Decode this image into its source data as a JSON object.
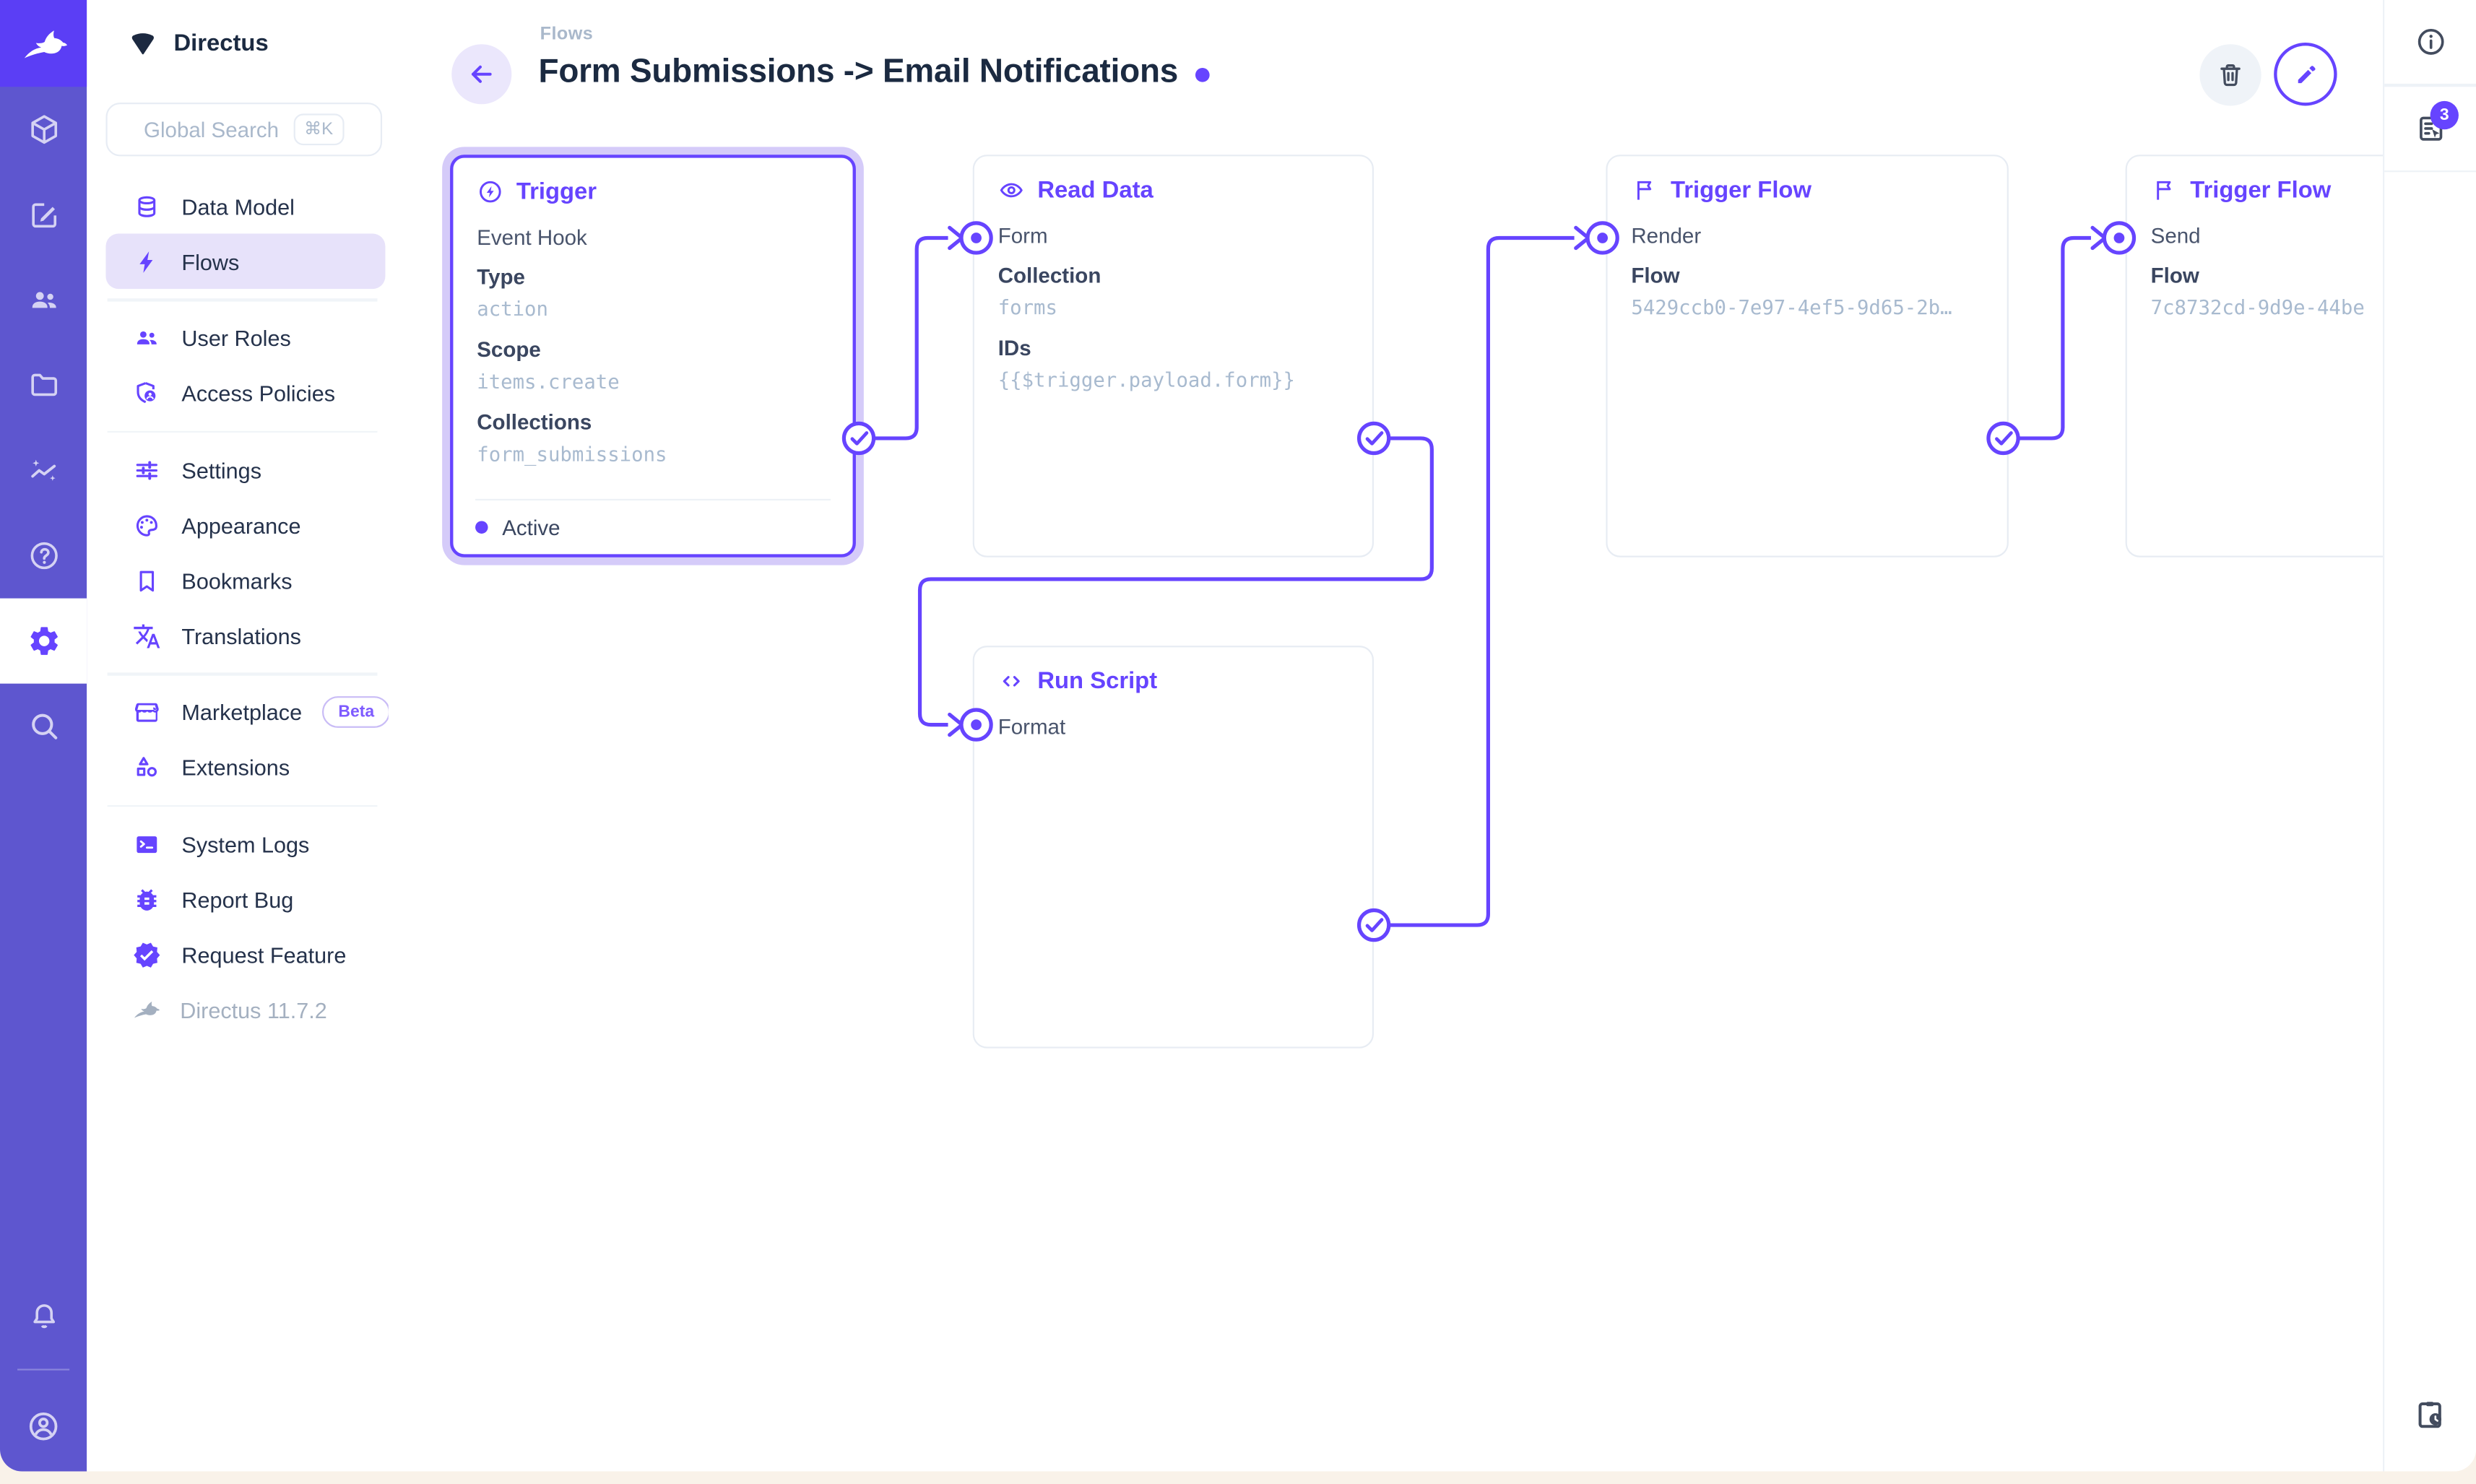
{
  "project": {
    "name": "Directus"
  },
  "search": {
    "placeholder": "Global Search",
    "shortcut": "⌘K"
  },
  "sidebar": {
    "items": [
      {
        "label": "Data Model"
      },
      {
        "label": "Flows"
      },
      {
        "label": "User Roles"
      },
      {
        "label": "Access Policies"
      },
      {
        "label": "Settings"
      },
      {
        "label": "Appearance"
      },
      {
        "label": "Bookmarks"
      },
      {
        "label": "Translations"
      },
      {
        "label": "Marketplace",
        "badge": "Beta"
      },
      {
        "label": "Extensions"
      },
      {
        "label": "System Logs"
      },
      {
        "label": "Report Bug"
      },
      {
        "label": "Request Feature"
      }
    ],
    "version": "Directus 11.7.2"
  },
  "header": {
    "breadcrumb": "Flows",
    "title": "Form Submissions -> Email Notifications"
  },
  "flow": {
    "trigger": {
      "title": "Trigger",
      "subtitle": "Event Hook",
      "fields": [
        {
          "label": "Type",
          "value": "action"
        },
        {
          "label": "Scope",
          "value": "items.create"
        },
        {
          "label": "Collections",
          "value": "form_submissions"
        }
      ],
      "status": "Active"
    },
    "read_data": {
      "title": "Read Data",
      "name": "Form",
      "fields": [
        {
          "label": "Collection",
          "value": "forms"
        },
        {
          "label": "IDs",
          "value": "{{$trigger.payload.form}}"
        }
      ]
    },
    "render": {
      "title": "Trigger Flow",
      "name": "Render",
      "fields": [
        {
          "label": "Flow",
          "value": "5429ccb0-7e97-4ef5-9d65-2b…"
        }
      ]
    },
    "send": {
      "title": "Trigger Flow",
      "name": "Send",
      "fields": [
        {
          "label": "Flow",
          "value": "7c8732cd-9d9e-44be"
        }
      ]
    },
    "run_script": {
      "title": "Run Script",
      "name": "Format"
    }
  },
  "rightbar": {
    "notifications_count": "3"
  },
  "colors": {
    "accent": "#6644FF",
    "rail": "#5E56CF",
    "logo_tile": "#5B3EF5",
    "selection_glow": "#D5CBF9"
  }
}
